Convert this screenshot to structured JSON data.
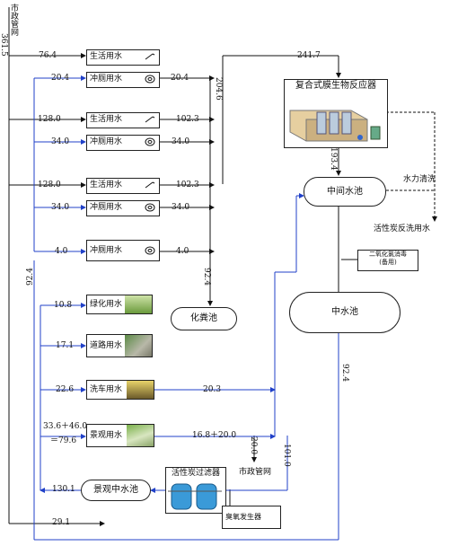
{
  "source": {
    "label": "市政管网",
    "flow": "361.5"
  },
  "buildings": [
    {
      "domestic_label": "生活用水",
      "domestic_in": "76.4",
      "flush_label": "冲厕用水",
      "flush_in": "20.4",
      "flush_out": "20.4"
    },
    {
      "domestic_label": "生活用水",
      "domestic_in": "128.0",
      "domestic_out": "102.3",
      "flush_label": "冲厕用水",
      "flush_in": "34.0",
      "flush_out": "34.0"
    },
    {
      "domestic_label": "生活用水",
      "domestic_in": "128.0",
      "domestic_out": "102.3",
      "flush_label": "冲厕用水",
      "flush_in": "34.0",
      "flush_out": "34.0"
    },
    {
      "flush_label": "冲厕用水",
      "flush_in": "4.0",
      "flush_out": "4.0"
    }
  ],
  "greywater_to_reactor": "241.7",
  "blackwater_collector": "204.6",
  "reactor": {
    "label": "复合式膜生物反应器",
    "to_mid_pool": "193.4"
  },
  "mid_pool": {
    "label": "中间水池"
  },
  "backwash": {
    "hydraulic": "水力清洗",
    "carbon": "活性炭反洗用水"
  },
  "chlorine": {
    "line1": "二氧化氯消毒",
    "line2": "(备用)"
  },
  "reclaimed_pool": {
    "label": "中水池",
    "out_flow": "92.4"
  },
  "septic": {
    "label": "化粪池",
    "flow": "92.4"
  },
  "reclaimed_return": "92.4",
  "outdoor": [
    {
      "label": "绿化用水",
      "flow": "10.8"
    },
    {
      "label": "道路用水",
      "flow": "17.1"
    },
    {
      "label": "洗车用水",
      "flow": "22.6",
      "out": "20.3"
    },
    {
      "label": "景观用水",
      "flow_line1": "33.6＋46.0",
      "flow_line2": "＝79.6",
      "out": "16.8＋20.0"
    }
  ],
  "municipal_drain": {
    "label": "市政管网",
    "flow": "20.0"
  },
  "return_flow": "101.0",
  "carbon_filter": {
    "label": "活性炭过滤器"
  },
  "ozone": {
    "label": "臭氧发生器"
  },
  "landscape_pool": {
    "label": "景观中水池",
    "in_flow": "130.1",
    "makeup": "29.1"
  },
  "colors": {
    "potable": "#1a1a1a",
    "reclaimed": "#2040c8",
    "backwash": "#333333"
  }
}
